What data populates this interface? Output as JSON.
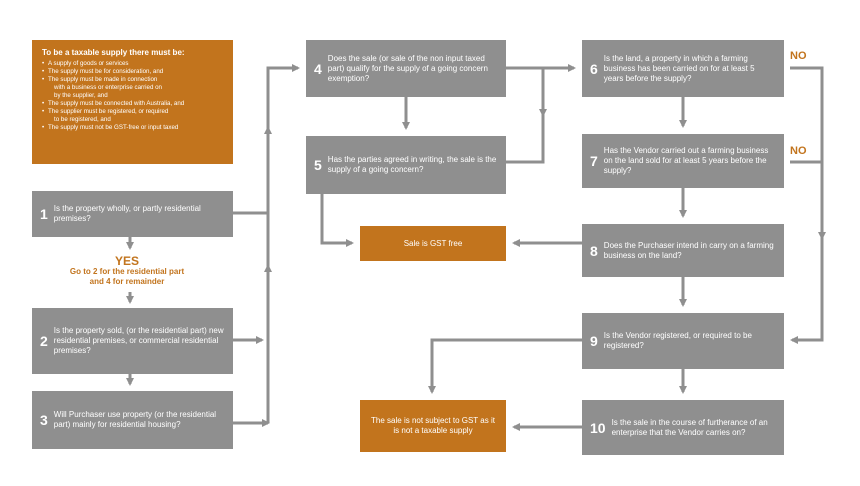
{
  "colors": {
    "box_grey": "#8f8f8f",
    "accent_orange": "#c2741d",
    "arrow": "#8f8f8f"
  },
  "requirements": {
    "title": "To be a taxable supply there must be:",
    "lines": [
      {
        "text": "A supply of goods or services",
        "bullet": true
      },
      {
        "text": "The supply must be for consideration, and",
        "bullet": true
      },
      {
        "text": "The supply must be made in connection",
        "bullet": true
      },
      {
        "text": "with a business or enterprise carried on",
        "bullet": false
      },
      {
        "text": "by the supplier, and",
        "bullet": false
      },
      {
        "text": "The supply must be connected with Australia, and",
        "bullet": true
      },
      {
        "text": "The supplier must be registered, or required",
        "bullet": true
      },
      {
        "text": "to be registered, and",
        "bullet": false
      },
      {
        "text": "The supply must not be GST-free or input taxed",
        "bullet": true
      }
    ]
  },
  "boxes": {
    "q1": {
      "num": "1",
      "text": "Is the property wholly, or partly residential premises?"
    },
    "q2": {
      "num": "2",
      "text": "Is the property sold, (or the residential part) new residential premises, or commercial residential premises?"
    },
    "q3": {
      "num": "3",
      "text": "Will Purchaser use property (or the residential part) mainly for residential housing?"
    },
    "q4": {
      "num": "4",
      "text": "Does the sale (or sale of the non input taxed part) qualify for the supply of a going concern exemption?"
    },
    "q5": {
      "num": "5",
      "text": "Has the parties agreed in writing, the sale is the supply of a going concern?"
    },
    "q6": {
      "num": "6",
      "text": "Is the land, a property in which a farming business has been carried on for at least 5 years before the supply?"
    },
    "q7": {
      "num": "7",
      "text": "Has the Vendor carried out a farming business on the land sold for at least 5 years before the supply?"
    },
    "q8": {
      "num": "8",
      "text": "Does the Purchaser intend in carry on a farming business on the land?"
    },
    "q9": {
      "num": "9",
      "text": "Is the Vendor registered, or required to be registered?"
    },
    "q10": {
      "num": "10",
      "text": "Is the sale in the course of furtherance of an enterprise that the Vendor carries on?"
    },
    "gst_free": {
      "text": "Sale is GST free"
    },
    "not_subject": {
      "text": "The sale is not subject to GST as it is not a taxable supply"
    }
  },
  "labels": {
    "yes": "YES",
    "yes_note_1": "Go to 2 for the residential part",
    "yes_note_2": "and 4 for remainder",
    "no_q6": "NO",
    "no_q7": "NO"
  }
}
